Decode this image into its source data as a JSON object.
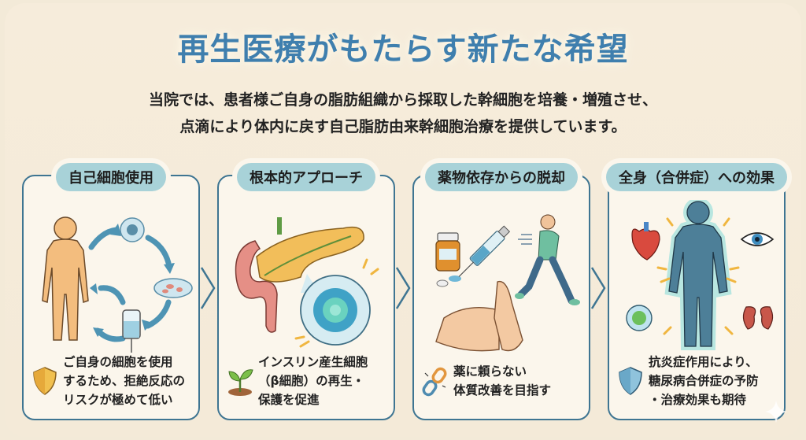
{
  "title": "再生医療がもたらす新たな希望",
  "intro": {
    "line1": "当院では、患者様ご自身の脂肪組織から採取した幹細胞を培養・増殖させ、",
    "line2": "点滴により体内に戻す自己脂肪由来幹細胞治療を提供しています。"
  },
  "colors": {
    "title": "#3f7fae",
    "card_border": "#3e7592",
    "pill_bg": "#a8d2d8",
    "background": "#f4ead8",
    "card_bg": "#fbf6ec"
  },
  "cards": [
    {
      "heading": "自己細胞使用",
      "illustration": "autologous-cell-cycle-illustration",
      "icon": "shield-icon",
      "lines": [
        "ご自身の細胞を使用",
        "するため、拒絶反応の",
        "リスクが極めて低い"
      ]
    },
    {
      "heading": "根本的アプローチ",
      "illustration": "pancreas-beta-cells-illustration",
      "icon": "sprout-icon",
      "lines": [
        "インスリン産生細胞",
        "（β細胞）の再生・",
        "保護を促進"
      ]
    },
    {
      "heading": "薬物依存からの脱却",
      "illustration": "medicine-refusal-running-illustration",
      "icon": "broken-chain-icon",
      "lines": [
        "薬に頼らない",
        "体質改善を目指す"
      ]
    },
    {
      "heading": "全身（合併症）への効果",
      "illustration": "whole-body-organs-illustration",
      "icon": "shield-icon",
      "lines": [
        "抗炎症作用により、",
        "糖尿病合併症の予防",
        "・治療効果も期待"
      ]
    }
  ]
}
